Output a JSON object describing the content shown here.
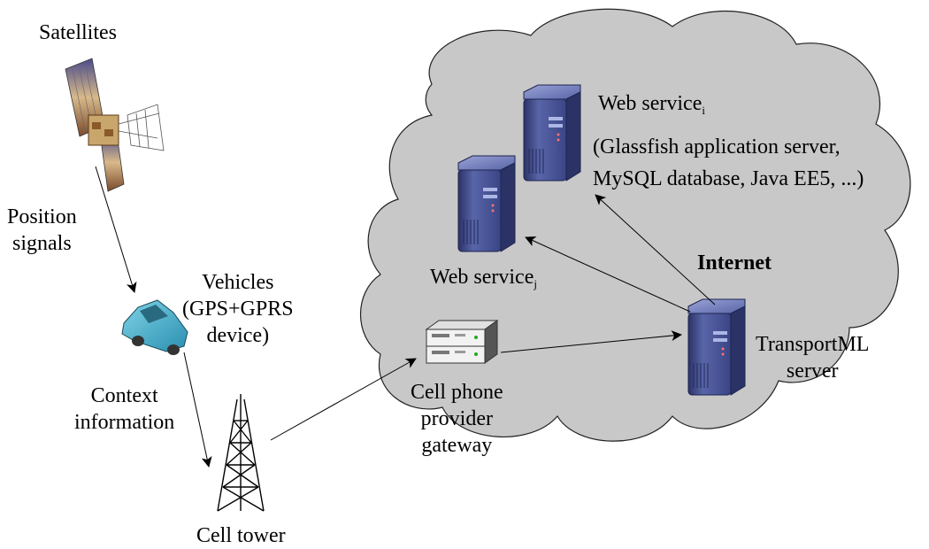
{
  "labels": {
    "satellites": "Satellites",
    "position_signals_1": "Position",
    "position_signals_2": "signals",
    "vehicles_1": "Vehicles",
    "vehicles_2": "(GPS+GPRS",
    "vehicles_3": "device)",
    "context_1": "Context",
    "context_2": "information",
    "cell_tower": "Cell tower",
    "gateway_1": "Cell phone",
    "gateway_2": "provider",
    "gateway_3": "gateway",
    "internet": "Internet",
    "transportml_1": "TransportML",
    "transportml_2": "server",
    "web_service_j": "Web service",
    "web_service_j_sub": "j",
    "web_service_i": "Web service",
    "web_service_i_sub": "i",
    "web_service_i_detail_1": "(Glassfish application server,",
    "web_service_i_detail_2": "MySQL database, Java EE5, ...)"
  },
  "colors": {
    "cloud_fill": "#c8c8c8",
    "server_body": "#4a5699",
    "server_dark": "#2b3366",
    "arrow": "#000000"
  },
  "icons": [
    "satellite-icon",
    "car-icon",
    "cell-tower-icon",
    "gateway-icon",
    "server-icon"
  ]
}
